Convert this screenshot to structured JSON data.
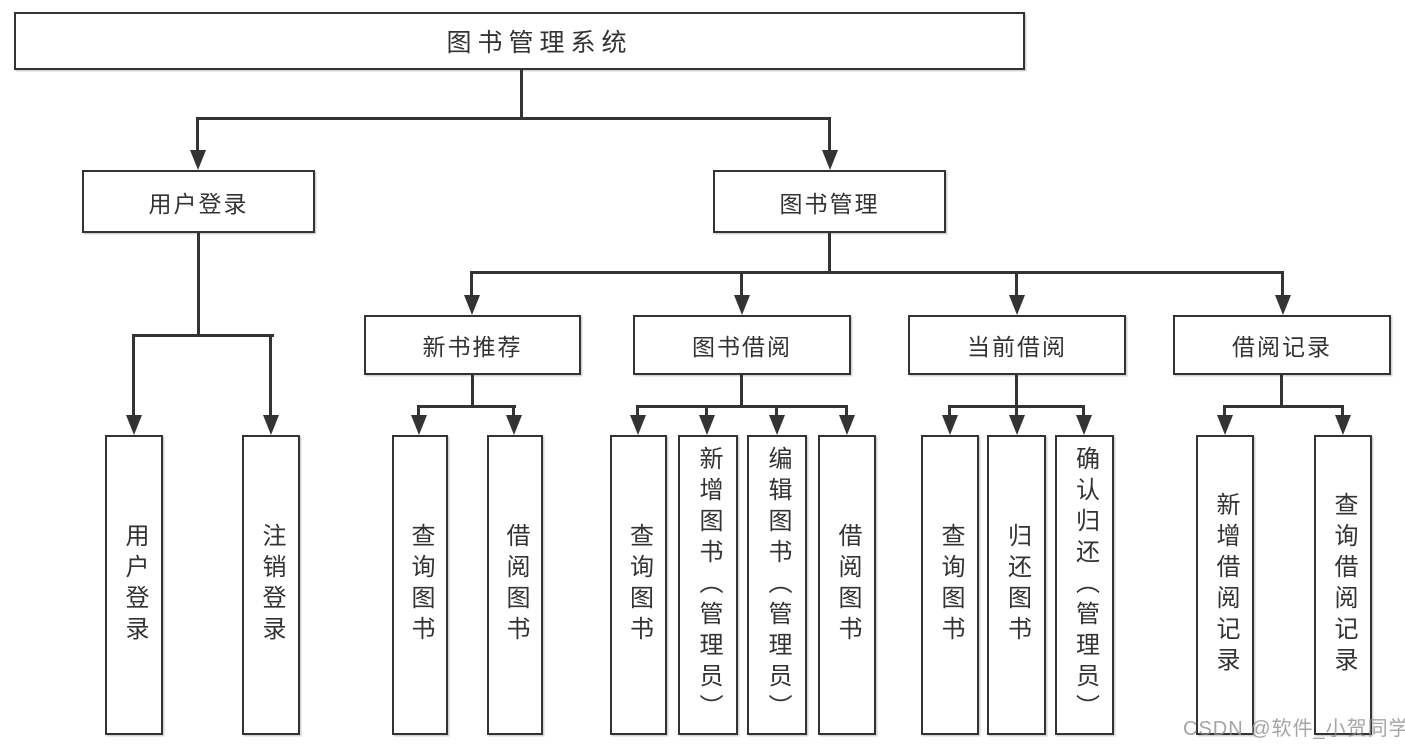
{
  "diagram": {
    "title": "图书管理系统",
    "tree": {
      "root": {
        "label": "图书管理系统"
      },
      "children": [
        {
          "label": "用户登录",
          "children": [
            "用户登录",
            "注销登录"
          ]
        },
        {
          "label": "图书管理",
          "children": [
            {
              "label": "新书推荐",
              "children": [
                "查询图书",
                "借阅图书"
              ]
            },
            {
              "label": "图书借阅",
              "children": [
                "查询图书",
                "新增图书（管理员）",
                "编辑图书（管理员）",
                "借阅图书"
              ]
            },
            {
              "label": "当前借阅",
              "children": [
                "查询图书",
                "归还图书",
                "确认归还（管理员）"
              ]
            },
            {
              "label": "借阅记录",
              "children": [
                "新增借阅记录",
                "查询借阅记录"
              ]
            }
          ]
        }
      ]
    },
    "watermark": "CSDN @软件_小贺同学",
    "colors": {
      "line": "#333333",
      "text": "#333333",
      "background": "#ffffff",
      "watermark": "#919191"
    }
  }
}
